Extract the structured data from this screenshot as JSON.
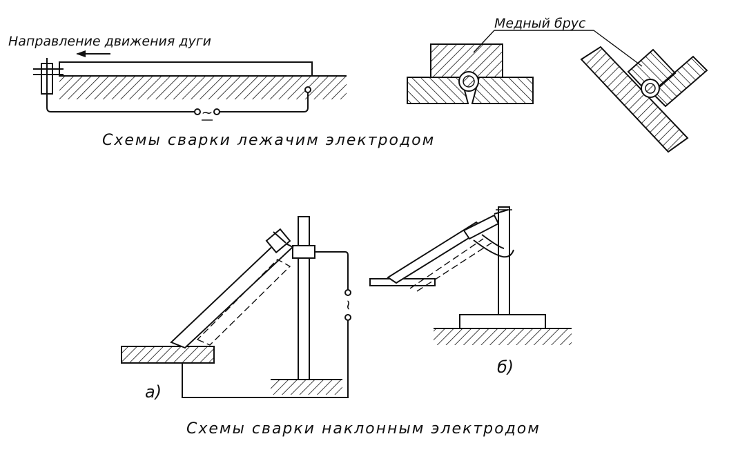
{
  "labels": {
    "arc_direction": "Направление движения дуги",
    "ac_symbol_top": "~",
    "caption_top": "Схемы сварки лежачим электродом",
    "copper_bar": "Медный брус",
    "ac_symbol_bottom": "~",
    "label_a": "а)",
    "label_b": "б)",
    "caption_bottom": "Схемы сварки наклонным электродом"
  }
}
